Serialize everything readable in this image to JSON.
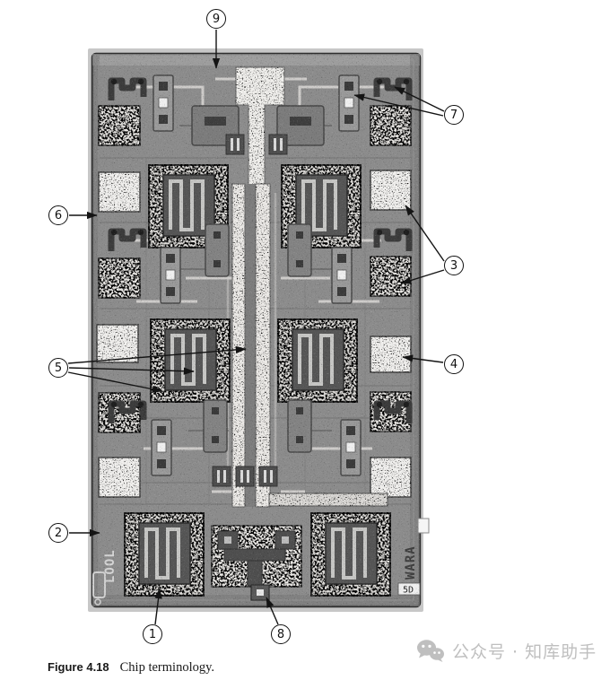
{
  "figure": {
    "caption_label": "Figure 4.18",
    "caption_text": "Chip terminology."
  },
  "watermark": {
    "text": "公众号 · 知库助手"
  },
  "callouts": {
    "items": [
      {
        "label": "1"
      },
      {
        "label": "2"
      },
      {
        "label": "3"
      },
      {
        "label": "4"
      },
      {
        "label": "5"
      },
      {
        "label": "6"
      },
      {
        "label": "7"
      },
      {
        "label": "8"
      },
      {
        "label": "9"
      }
    ]
  },
  "chip_marks": {
    "bottom_left": "LOOL",
    "bottom_right": "WARA",
    "bottom_right_box": "5D"
  },
  "colors": {
    "chip_body": "#8c8c8c",
    "pad_light": "#ececea",
    "structure_dark": "#4f4f4f",
    "callout_ink": "#111111",
    "watermark_gray": "#bfbfbf",
    "caption_ink": "#1a1a1a"
  }
}
